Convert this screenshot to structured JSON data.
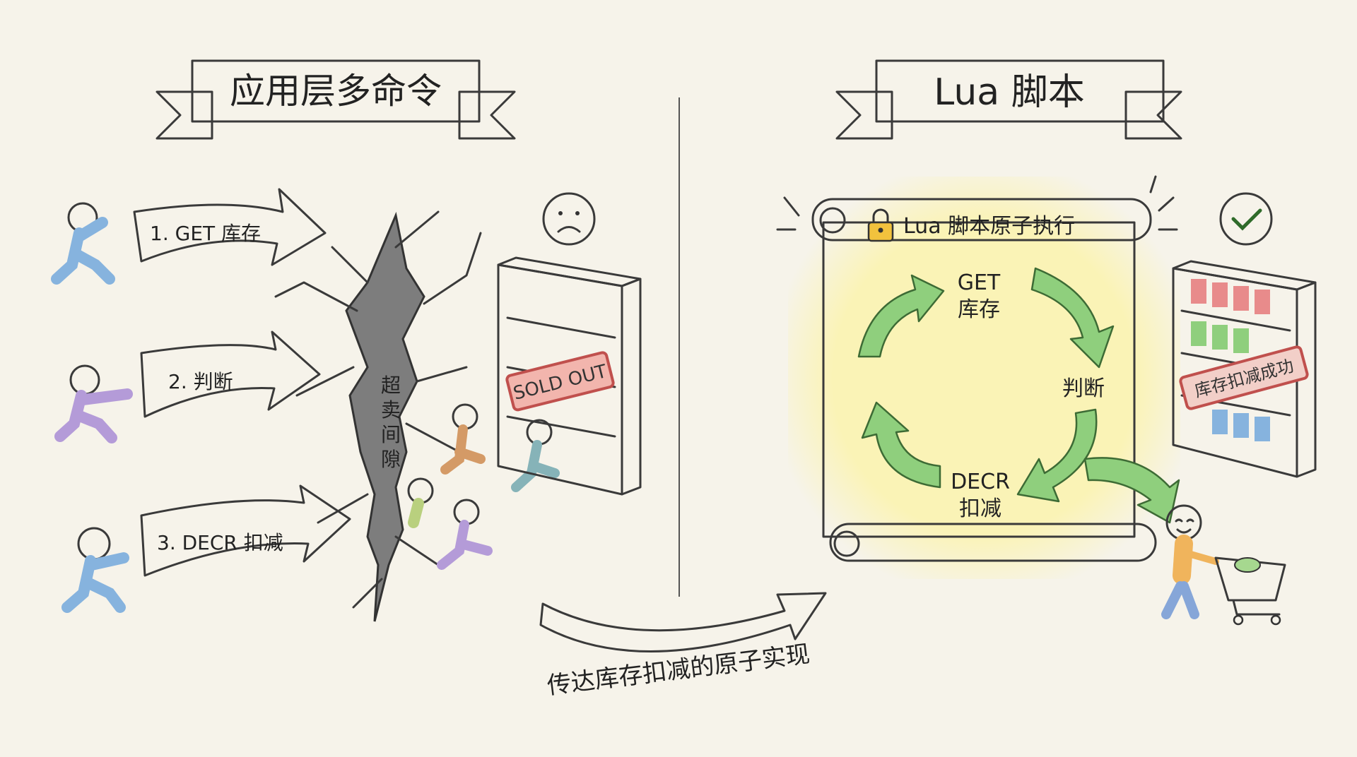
{
  "left_panel": {
    "title": "应用层多命令",
    "steps": [
      {
        "label": "1. GET 库存",
        "color": "#a9d18e"
      },
      {
        "label": "2. 判断",
        "color": "#efd9a6"
      },
      {
        "label": "3. DECR 扣减",
        "color": "#efc79a"
      }
    ],
    "crack_label": [
      "超",
      "卖",
      "间",
      "隙"
    ],
    "sign": "SOLD OUT",
    "status_icon": "sad-face-icon"
  },
  "right_panel": {
    "title": "Lua 脚本",
    "scroll_title": "Lua 脚本原子执行",
    "cycle": {
      "get": [
        "GET",
        "库存"
      ],
      "judge": "判断",
      "decr": [
        "DECR",
        "扣减"
      ]
    },
    "sign": "库存扣减成功",
    "status_icon": "check-circle-icon"
  },
  "transition_caption": "传达库存扣减的原子实现",
  "colors": {
    "background": "#f6f3ea",
    "banner": "#efdfae",
    "scroll": "#d6e9f2",
    "cycle_arrow": "#8fcf7d",
    "sign": "#d9605f"
  }
}
